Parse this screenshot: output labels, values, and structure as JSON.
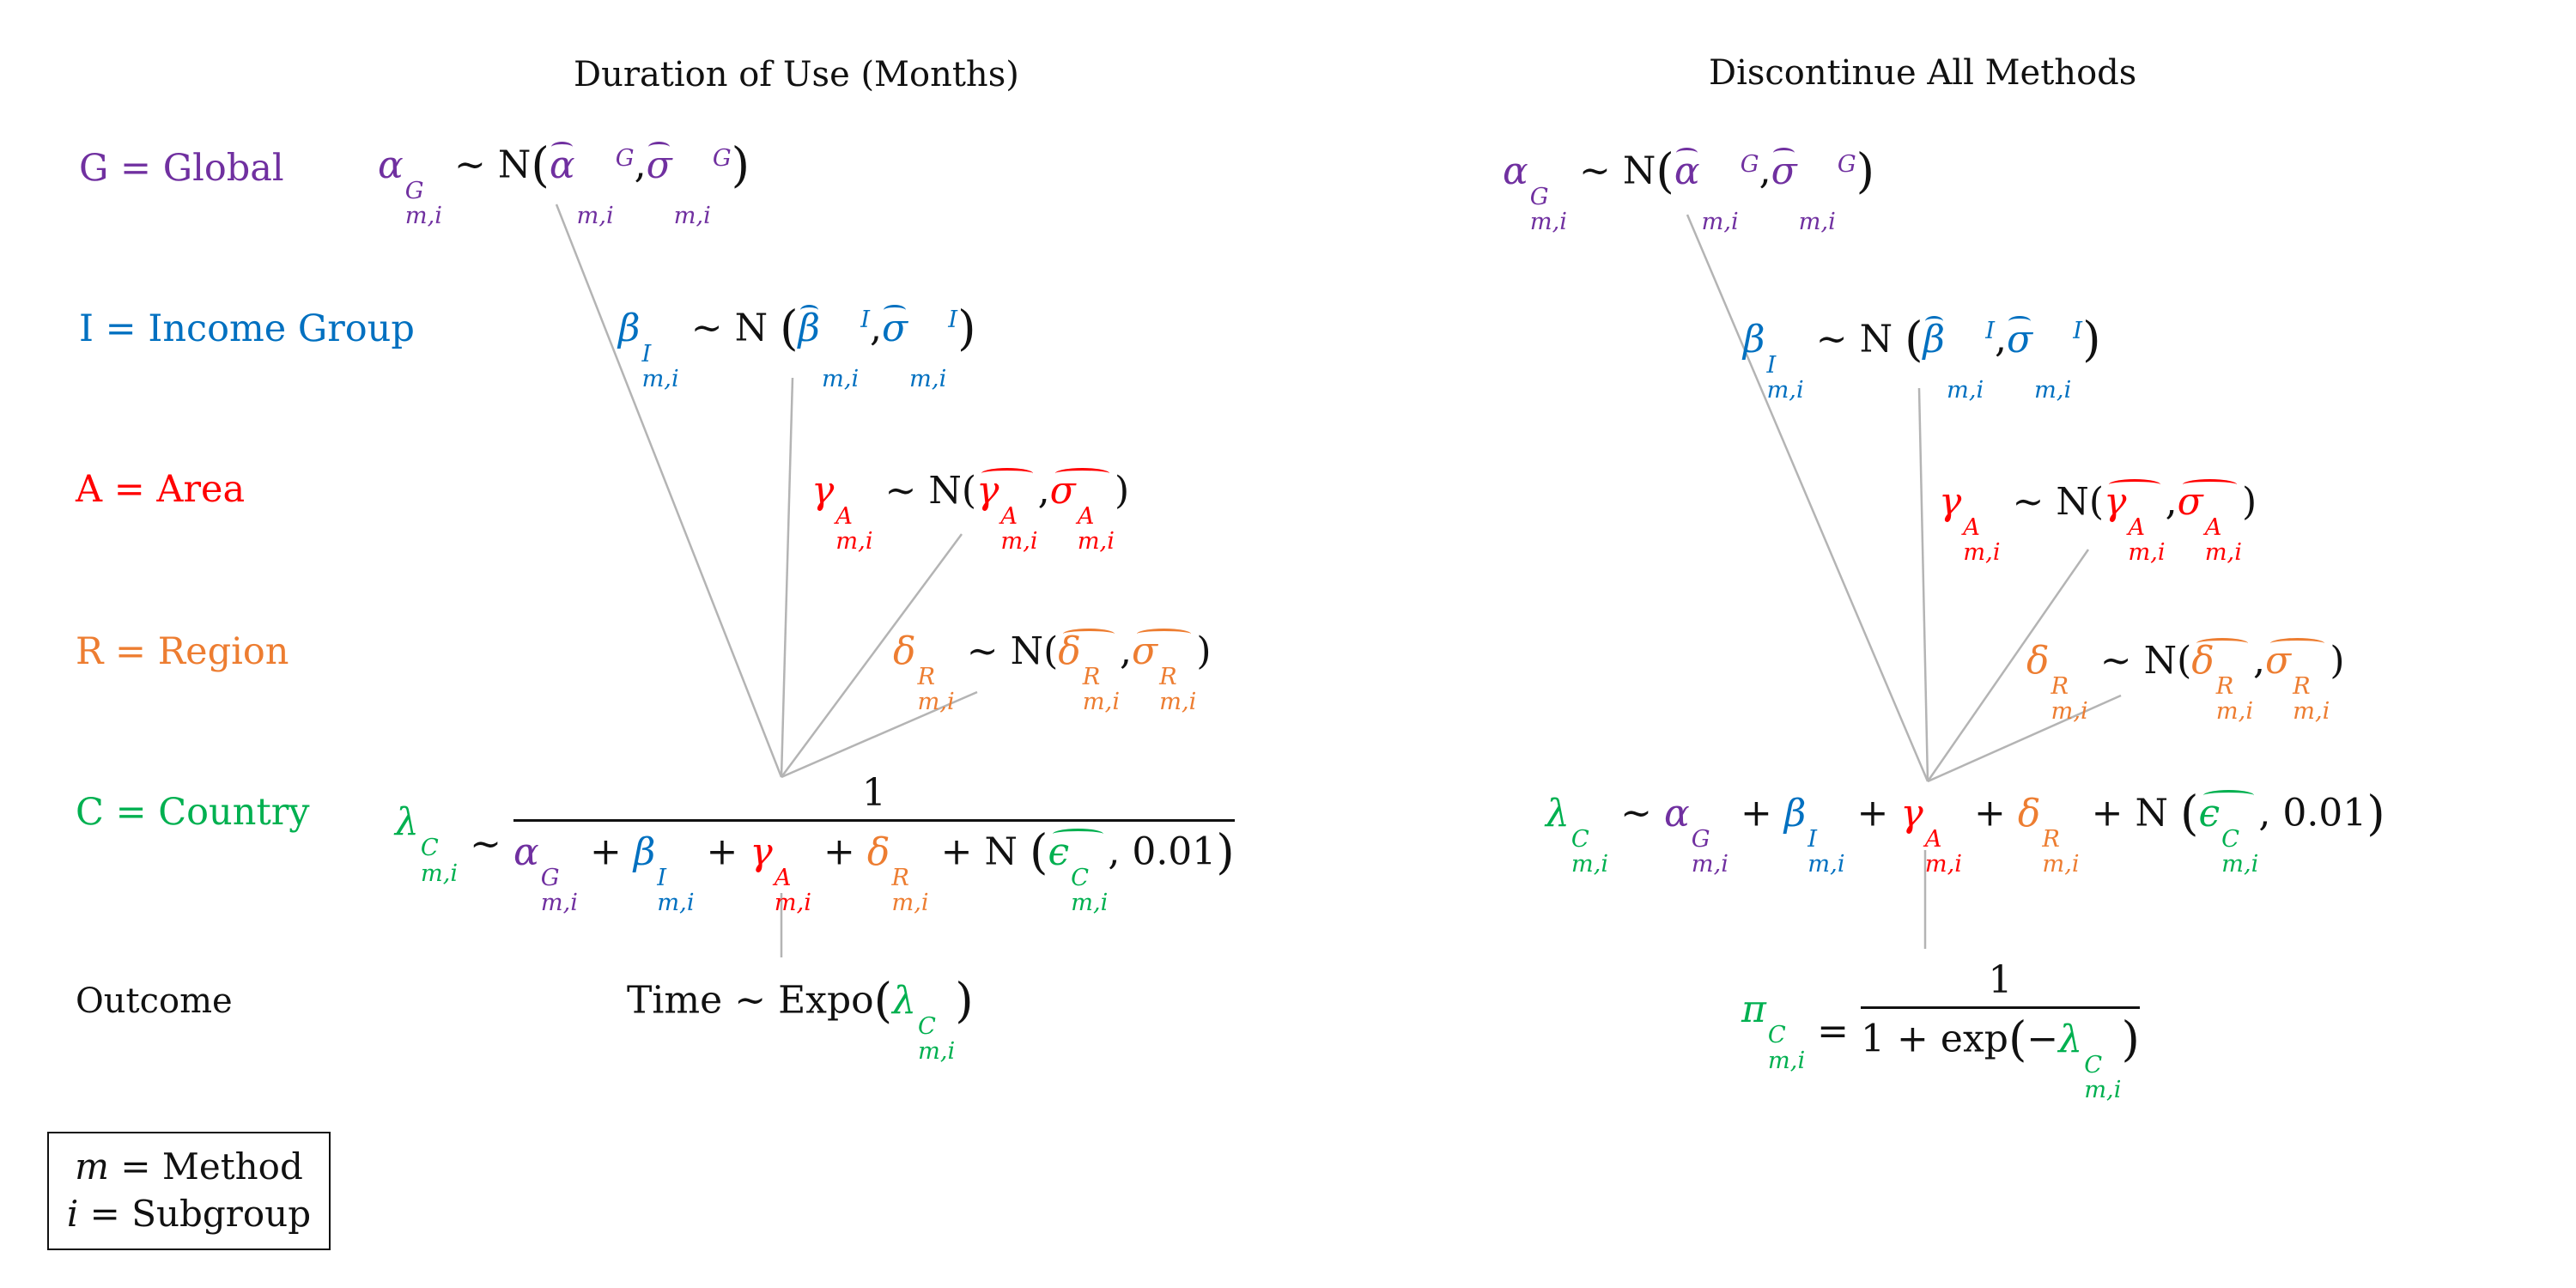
{
  "titles": {
    "left": "Duration of Use (Months)",
    "right": "Discontinue All Methods"
  },
  "legend": {
    "global": "G = Global",
    "income": "I = Income Group",
    "area": "A = Area",
    "region": "R = Region",
    "country": "C = Country",
    "outcome": "Outcome"
  },
  "colors": {
    "global": "#7030a0",
    "income": "#0070c0",
    "area": "#ff0000",
    "region": "#ed7d31",
    "country": "#00b050"
  },
  "symbols": {
    "alpha": "α",
    "beta": "β",
    "gamma": "γ",
    "delta": "δ",
    "lambda": "λ",
    "epsilon": "ϵ",
    "pi": "π",
    "sigma": "σ",
    "G": "G",
    "I": "I",
    "A": "A",
    "R": "R",
    "C": "C",
    "sub": "m,i",
    "tilde": "~",
    "N": "N",
    "plus": "+",
    "equals": "=",
    "one": "1",
    "noise_var": "0.01",
    "time": "Time",
    "expo": "Expo",
    "exp": "exp",
    "minus": "−"
  },
  "key": {
    "m_var": "m",
    "m_text": "= Method",
    "i_var": "i",
    "i_text": "= Subgroup"
  }
}
